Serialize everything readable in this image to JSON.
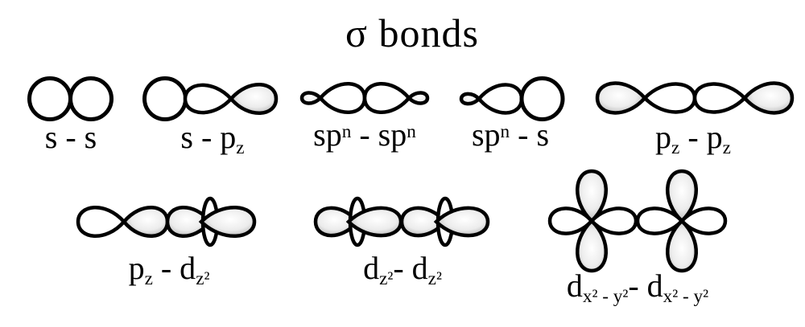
{
  "title": "σ bonds",
  "colors": {
    "outline": "#000000",
    "lobe_white": "#ffffff",
    "lobe_shade_edge": "#7f7f7f",
    "background": "#ffffff"
  },
  "diagrams": [
    {
      "name": "s-s",
      "label": [
        {
          "t": "s - s"
        }
      ]
    },
    {
      "name": "s-pz",
      "label": [
        {
          "t": "s - p"
        },
        {
          "t": "z",
          "s": "sub"
        }
      ]
    },
    {
      "name": "spn-spn",
      "label": [
        {
          "t": "sp"
        },
        {
          "t": "n",
          "s": "sup"
        },
        {
          "t": " - sp"
        },
        {
          "t": "n",
          "s": "sup"
        }
      ]
    },
    {
      "name": "spn-s",
      "label": [
        {
          "t": "sp"
        },
        {
          "t": "n",
          "s": "sup"
        },
        {
          "t": " - s"
        }
      ]
    },
    {
      "name": "pz-pz",
      "label": [
        {
          "t": "p"
        },
        {
          "t": "z",
          "s": "sub"
        },
        {
          "t": " - p"
        },
        {
          "t": "z",
          "s": "sub"
        }
      ]
    },
    {
      "name": "pz-dz2",
      "label": [
        {
          "t": "p"
        },
        {
          "t": "z",
          "s": "sub"
        },
        {
          "t": " - d"
        },
        {
          "t": "z²",
          "s": "sub"
        }
      ]
    },
    {
      "name": "dz2-dz2",
      "label": [
        {
          "t": "d"
        },
        {
          "t": "z²",
          "s": "sub"
        },
        {
          "t": "- d"
        },
        {
          "t": "z²",
          "s": "sub"
        }
      ]
    },
    {
      "name": "dx2y2-dx2y2",
      "label": [
        {
          "t": "d"
        },
        {
          "t": "x² - y²",
          "s": "sub"
        },
        {
          "t": "- d"
        },
        {
          "t": "x² - y²",
          "s": "sub"
        }
      ]
    }
  ]
}
